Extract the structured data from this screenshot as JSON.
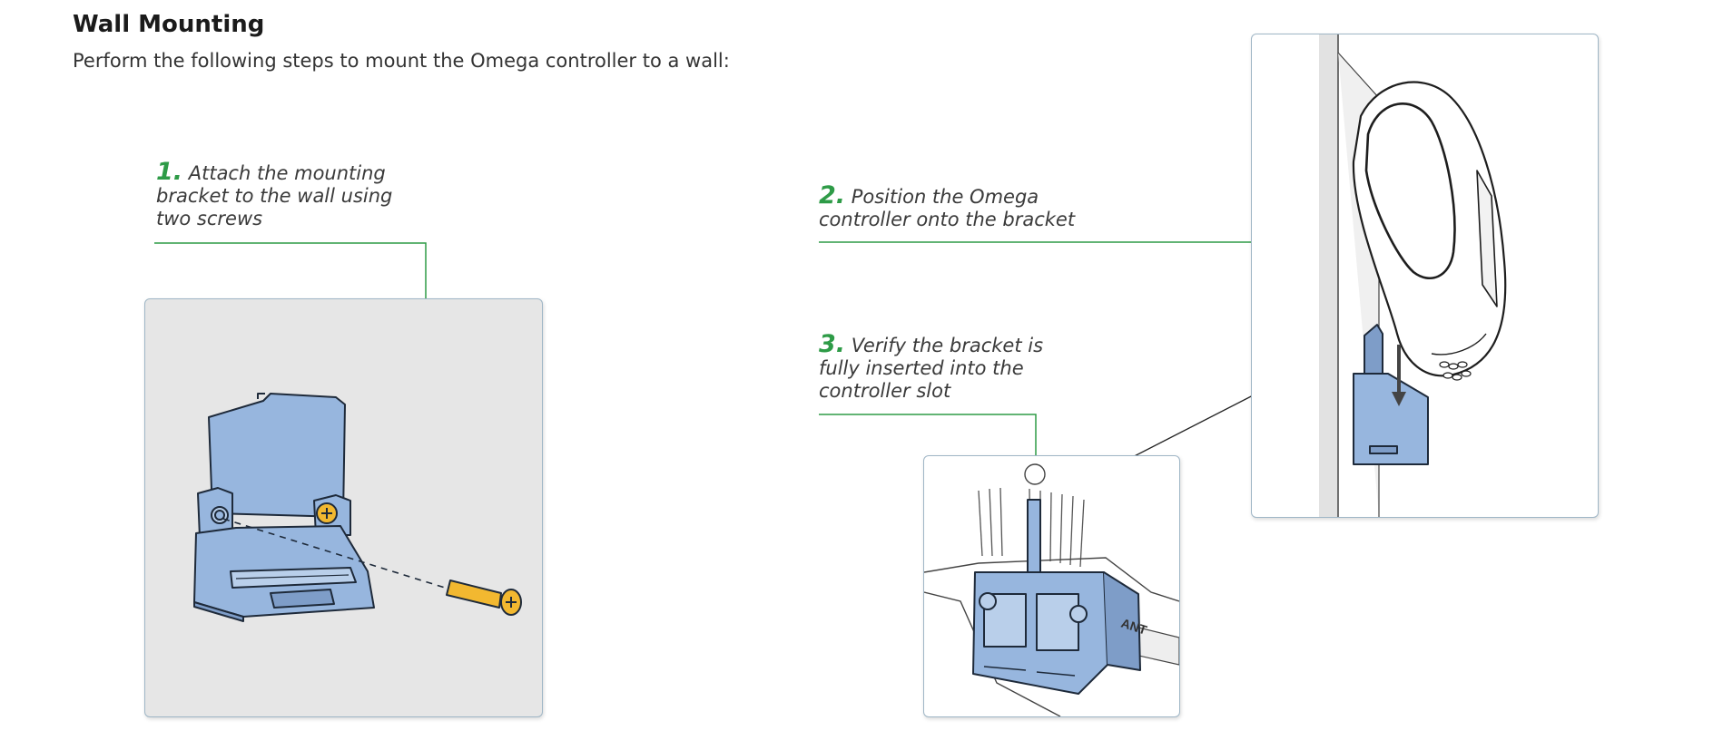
{
  "doc": {
    "title": "Wall Mounting",
    "intro": "Perform the following steps to mount the Omega controller to a wall:"
  },
  "steps": [
    {
      "number": "1.",
      "text": "Attach the mounting bracket to the wall using two screws"
    },
    {
      "number": "2.",
      "text": "Position the Omega controller onto the bracket"
    },
    {
      "number": "3.",
      "text": "Verify the bracket is fully inserted into the controller slot"
    }
  ],
  "illustration": {
    "port_label": "ANT"
  },
  "colors": {
    "accent_green": "#2e9b47",
    "bracket_blue": "#97b6de",
    "screw_gold": "#f2b830",
    "panel_border": "#9fb6c6"
  }
}
